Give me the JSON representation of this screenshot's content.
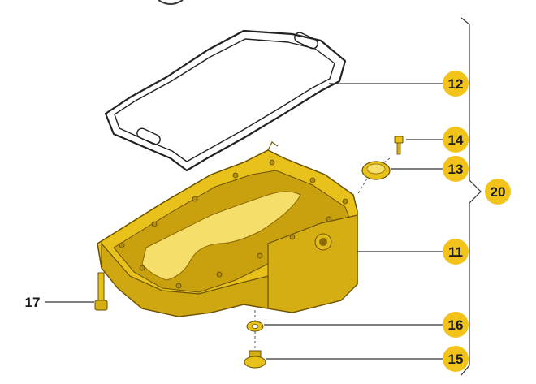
{
  "diagram": {
    "colors": {
      "part_yellow": "#E8C21A",
      "part_dark": "#8A6A00",
      "part_light": "#F6DE6A",
      "callout_badge": "#F2C31B",
      "line": "#3a3a3a"
    },
    "callouts": [
      {
        "id": "gasket",
        "label": "12"
      },
      {
        "id": "bolt-small",
        "label": "14"
      },
      {
        "id": "cover-plate",
        "label": "13"
      },
      {
        "id": "assembly",
        "label": "20"
      },
      {
        "id": "oil-pan",
        "label": "11"
      },
      {
        "id": "washer",
        "label": "16"
      },
      {
        "id": "drain-plug",
        "label": "15"
      }
    ],
    "plain_labels": [
      {
        "id": "pan-bolt",
        "label": "17"
      }
    ]
  }
}
